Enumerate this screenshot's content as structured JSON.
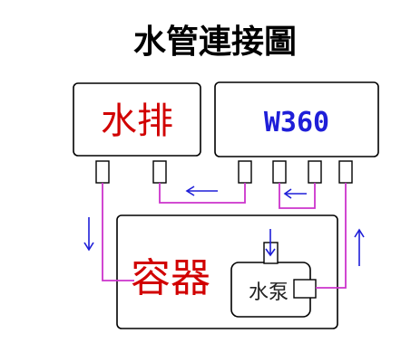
{
  "title": "水管連接圖",
  "radiator": {
    "label": "水排"
  },
  "cpu_block": {
    "label": "W360"
  },
  "reservoir": {
    "label": "容器"
  },
  "pump": {
    "label": "水泵"
  },
  "colors": {
    "pipe": "#cc33cc",
    "arrow": "#1e1ed8",
    "label_red": "#d10000",
    "label_blue": "#1e1ed8"
  }
}
